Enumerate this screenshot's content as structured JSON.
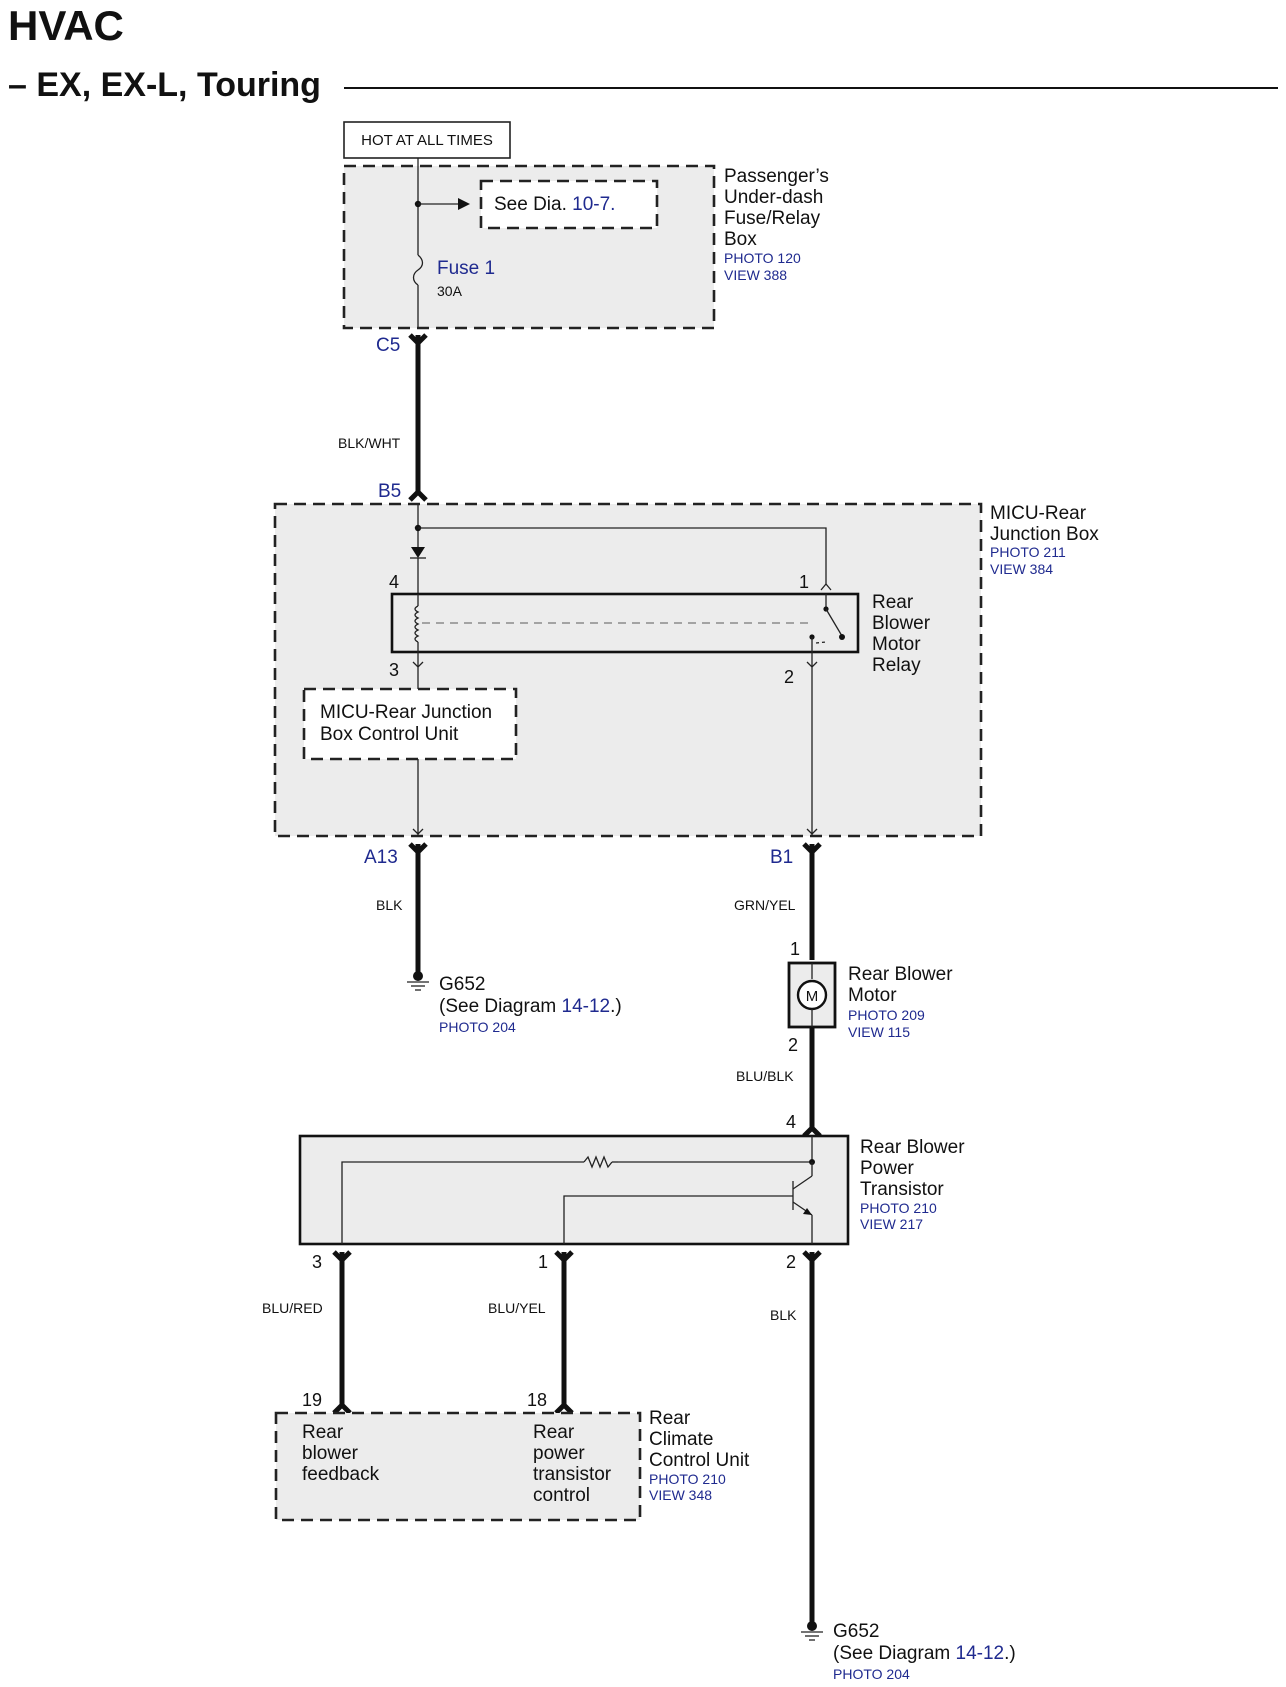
{
  "header": {
    "title": "HVAC",
    "subtitle": "– EX, EX-L, Touring"
  },
  "top": {
    "hot_label": "HOT AT ALL TIMES",
    "see_dia_prefix": "See Dia. ",
    "see_dia_ref": "10-7.",
    "fuse_name": "Fuse 1",
    "fuse_rating": "30A",
    "box_name": [
      "Passenger’s",
      "Under-dash",
      "Fuse/Relay",
      "Box"
    ],
    "photo": "PHOTO 120",
    "view": "VIEW 388",
    "connector": "C5"
  },
  "wires": {
    "blk_wht": "BLK/WHT",
    "blk": "BLK",
    "grn_yel": "GRN/YEL",
    "blu_blk": "BLU/BLK",
    "blu_red": "BLU/RED",
    "blu_yel": "BLU/YEL",
    "blk2": "BLK"
  },
  "micu": {
    "connector_in": "B5",
    "name": [
      "MICU-Rear",
      "Junction Box"
    ],
    "photo": "PHOTO 211",
    "view": "VIEW 384",
    "relay_name": [
      "Rear",
      "Blower",
      "Motor",
      "Relay"
    ],
    "pin4": "4",
    "pin1": "1",
    "pin3": "3",
    "pin2": "2",
    "control_unit": [
      "MICU-Rear Junction",
      "Box Control Unit"
    ],
    "conn_a13": "A13",
    "conn_b1": "B1"
  },
  "ground1": {
    "name": "G652",
    "see_prefix": "(See Diagram ",
    "ref": "14-12",
    "suffix": ".)",
    "photo": "PHOTO 204"
  },
  "motor": {
    "pin_top": "1",
    "pin_bottom": "2",
    "symbol": "M",
    "name": [
      "Rear Blower",
      "Motor"
    ],
    "photo": "PHOTO 209",
    "view": "VIEW 115"
  },
  "transistor": {
    "pin4": "4",
    "pin3": "3",
    "pin1": "1",
    "pin2": "2",
    "name": [
      "Rear Blower",
      "Power",
      "Transistor"
    ],
    "photo": "PHOTO 210",
    "view": "VIEW 217"
  },
  "climate": {
    "pin19": "19",
    "pin18": "18",
    "label_feedback": [
      "Rear",
      "blower",
      "feedback"
    ],
    "label_control": [
      "Rear",
      "power",
      "transistor",
      "control"
    ],
    "name": [
      "Rear",
      "Climate",
      "Control Unit"
    ],
    "photo": "PHOTO 210",
    "view": "VIEW 348"
  },
  "ground2": {
    "name": "G652",
    "see_prefix": "(See Diagram ",
    "ref": "14-12",
    "suffix": ".)",
    "photo": "PHOTO 204"
  }
}
